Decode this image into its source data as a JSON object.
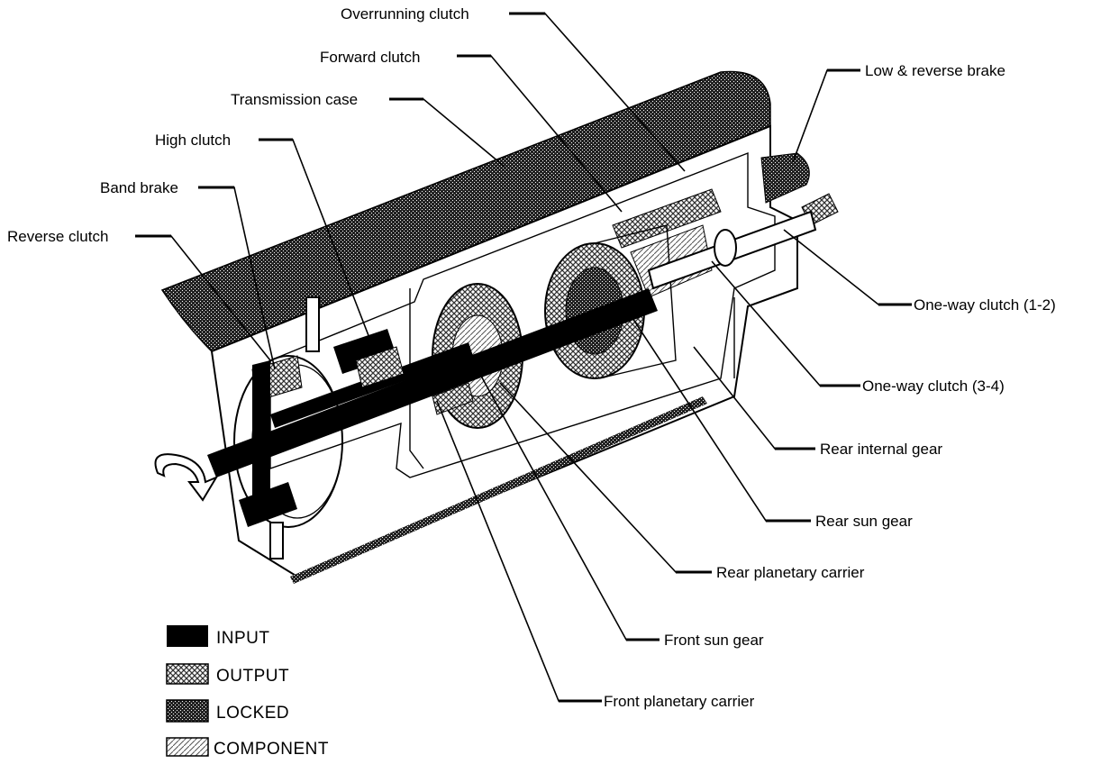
{
  "labels": {
    "overrunning_clutch": "Overrunning clutch",
    "forward_clutch": "Forward clutch",
    "transmission_case": "Transmission case",
    "high_clutch": "High clutch",
    "band_brake": "Band brake",
    "reverse_clutch": "Reverse clutch",
    "low_reverse_brake": "Low & reverse brake",
    "one_way_clutch_12": "One-way clutch (1-2)",
    "one_way_clutch_34": "One-way clutch (3-4)",
    "rear_internal_gear": "Rear internal gear",
    "rear_sun_gear": "Rear sun gear",
    "rear_planetary_carrier": "Rear planetary carrier",
    "front_sun_gear": "Front sun gear",
    "front_planetary_carrier": "Front planetary carrier"
  },
  "legend": [
    {
      "label": "INPUT",
      "pattern": "solid-black"
    },
    {
      "label": "OUTPUT",
      "pattern": "fine-crosshatch"
    },
    {
      "label": "LOCKED",
      "pattern": "dense-stipple"
    },
    {
      "label": "COMPONENT",
      "pattern": "light-hatch"
    }
  ]
}
